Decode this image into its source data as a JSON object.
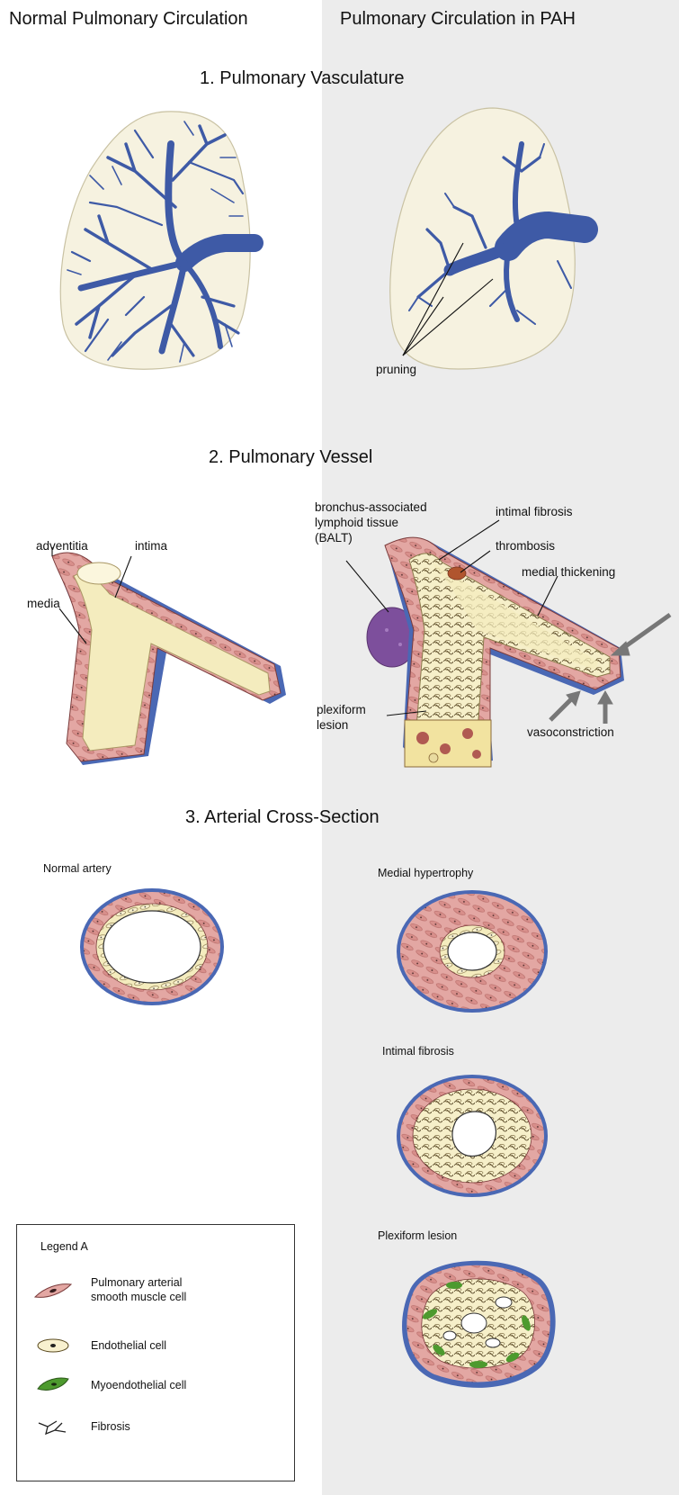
{
  "columns": {
    "left": "Normal Pulmonary Circulation",
    "right": "Pulmonary Circulation in PAH"
  },
  "sections": {
    "vasculature": "1. Pulmonary Vasculature",
    "vessel": "2. Pulmonary Vessel",
    "cross_section": "3. Arterial Cross-Section"
  },
  "vasculature_labels": {
    "pruning": "pruning"
  },
  "normal_vessel_labels": {
    "adventitia": "adventitia",
    "intima": "intima",
    "media": "media"
  },
  "pah_vessel_labels": {
    "balt_line1": "bronchus-associated",
    "balt_line2": "lymphoid tissue",
    "balt_line3": "(BALT)",
    "intimal_fibrosis": "intimal fibrosis",
    "thrombosis": "thrombosis",
    "medial_thickening": "medial thickening",
    "plexiform_line1": "plexiform",
    "plexiform_line2": "lesion",
    "vasoconstriction": "vasoconstriction"
  },
  "cross_sections": {
    "normal": "Normal artery",
    "medial_hypertrophy": "Medial hypertrophy",
    "intimal_fibrosis": "Intimal fibrosis",
    "plexiform_lesion": "Plexiform lesion"
  },
  "legend": {
    "title": "Legend A",
    "items": [
      {
        "line1": "Pulmonary arterial",
        "line2": "smooth muscle cell"
      },
      {
        "line1": "Endothelial cell",
        "line2": ""
      },
      {
        "line1": "Myoendothelial cell",
        "line2": ""
      },
      {
        "line1": "Fibrosis",
        "line2": ""
      }
    ]
  },
  "colors": {
    "vessel_blue": "#4a68b4",
    "media_pink": "#e3a7a3",
    "intima_cream": "#f4ecbe",
    "lung_fill": "#f6f2e0",
    "myoendothelial_green": "#4d9a2e",
    "balt_purple": "#7d4f9c",
    "right_panel": "#ececec"
  }
}
